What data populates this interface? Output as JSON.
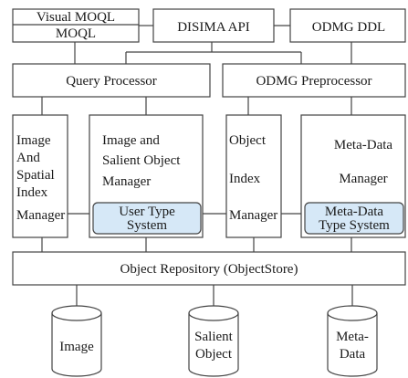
{
  "colors": {
    "stroke": "#444444",
    "fill": "#ffffff",
    "highlight": "#d6e8f7",
    "text": "#1a1a1a"
  },
  "top": {
    "visual_moql": "Visual MOQL",
    "moql": "MOQL",
    "disima_api": "DISIMA API",
    "odmg_ddl": "ODMG DDL"
  },
  "middle": {
    "query_processor": "Query Processor",
    "odmg_preprocessor": "ODMG Preprocessor"
  },
  "managers": {
    "spatial": [
      "Image",
      "And",
      "Spatial",
      "Index",
      "Manager"
    ],
    "salient": [
      "Image and",
      "Salient Object",
      "Manager"
    ],
    "user_type_system": [
      "User Type",
      "System"
    ],
    "object_index": [
      "Object",
      "Index",
      "Manager"
    ],
    "meta": [
      "Meta-Data",
      "Manager"
    ],
    "meta_type_system": [
      "Meta-Data",
      "Type System"
    ]
  },
  "repository": {
    "label": "Object Repository (ObjectStore)"
  },
  "stores": {
    "image": [
      "Image"
    ],
    "salient": [
      "Salient",
      "Object"
    ],
    "meta": [
      "Meta-",
      "Data"
    ]
  }
}
